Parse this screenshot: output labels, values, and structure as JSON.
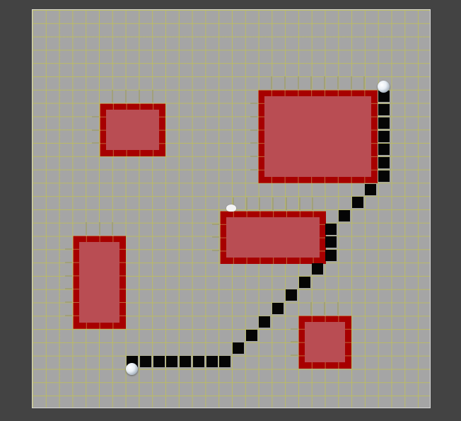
{
  "scene": "grid-pathfinding",
  "colors": {
    "background": "#434343",
    "floor": "#a5a5a5",
    "grid_line": "#bebe5a",
    "obstacle_border": "#a70000",
    "obstacle_fill": "#b94d53",
    "path": "#050505",
    "agent": "#e8eef4"
  },
  "grid": {
    "columns": 30,
    "rows": 30
  },
  "obstacles": [
    {
      "name": "obstacle-top-left",
      "col": 5,
      "row": 7,
      "w": 5,
      "h": 4
    },
    {
      "name": "obstacle-top-right",
      "col": 17,
      "row": 6,
      "w": 9,
      "h": 7
    },
    {
      "name": "obstacle-center",
      "col": 14.1,
      "row": 15.1,
      "w": 8,
      "h": 4
    },
    {
      "name": "obstacle-left",
      "col": 3,
      "row": 17,
      "w": 4,
      "h": 7
    },
    {
      "name": "obstacle-bottom",
      "col": 20,
      "row": 23,
      "w": 4,
      "h": 4
    }
  ],
  "path": [
    [
      26,
      6
    ],
    [
      26,
      7
    ],
    [
      26,
      8
    ],
    [
      26,
      9
    ],
    [
      26,
      10
    ],
    [
      26,
      11
    ],
    [
      26,
      12
    ],
    [
      25,
      13
    ],
    [
      24,
      14
    ],
    [
      23,
      15
    ],
    [
      22,
      16
    ],
    [
      22,
      17
    ],
    [
      22,
      18
    ],
    [
      21,
      19
    ],
    [
      20,
      20
    ],
    [
      19,
      21
    ],
    [
      18,
      22
    ],
    [
      17,
      23
    ],
    [
      16,
      24
    ],
    [
      15,
      25
    ],
    [
      14,
      26
    ],
    [
      13,
      26
    ],
    [
      12,
      26
    ],
    [
      11,
      26
    ],
    [
      10,
      26
    ],
    [
      9,
      26
    ],
    [
      8,
      26
    ],
    [
      7,
      26
    ]
  ],
  "agents": [
    {
      "name": "goal-agent",
      "icon": "sphere-icon",
      "col": 26.0,
      "row": 5.3
    },
    {
      "name": "start-agent",
      "icon": "sphere-icon",
      "col": 7.0,
      "row": 26.6
    }
  ],
  "markers": [
    {
      "name": "waypoint-marker",
      "icon": "cloud-icon",
      "col": 14.6,
      "row": 14.7
    }
  ]
}
